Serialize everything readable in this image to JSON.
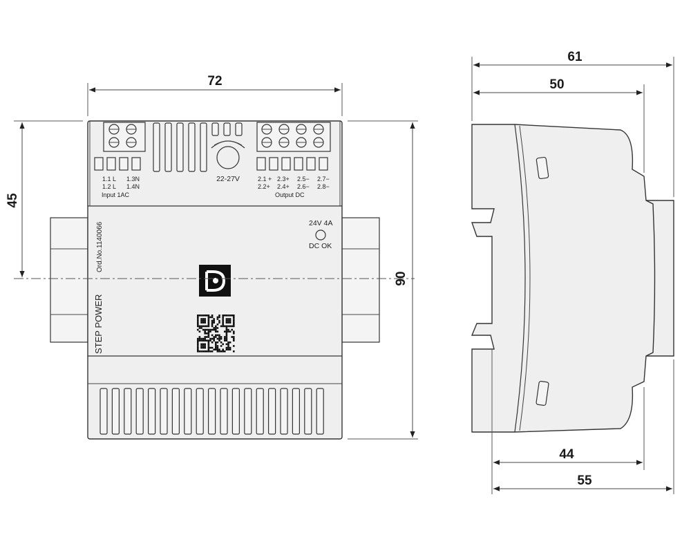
{
  "dimensions": {
    "front_width": "72",
    "front_height": "90",
    "front_half_height": "45",
    "side_depth_total": "61",
    "side_depth_body": "50",
    "side_bottom_inner": "44",
    "side_bottom_outer": "55"
  },
  "front_view": {
    "potentiometer_label": "22-27V",
    "input_terminals": {
      "row1": [
        "1.1 L",
        "1.3N"
      ],
      "row2": [
        "1.2 L",
        "1.4N"
      ],
      "caption": "Input 1AC"
    },
    "output_terminals": {
      "row1": [
        "2.1 +",
        "2.3+",
        "2.5−",
        "2.7−"
      ],
      "row2": [
        "2.2+",
        "2.4+",
        "2.6−",
        "2.8−"
      ],
      "caption": "Output DC"
    },
    "rating": "24V 4A",
    "led_label": "DC OK",
    "product_name": "STEP POWER",
    "order_number": "Ord.No.1140066",
    "logo_icon": "phoenix-contact-logo-icon",
    "qr_icon": "qr-code-icon"
  }
}
